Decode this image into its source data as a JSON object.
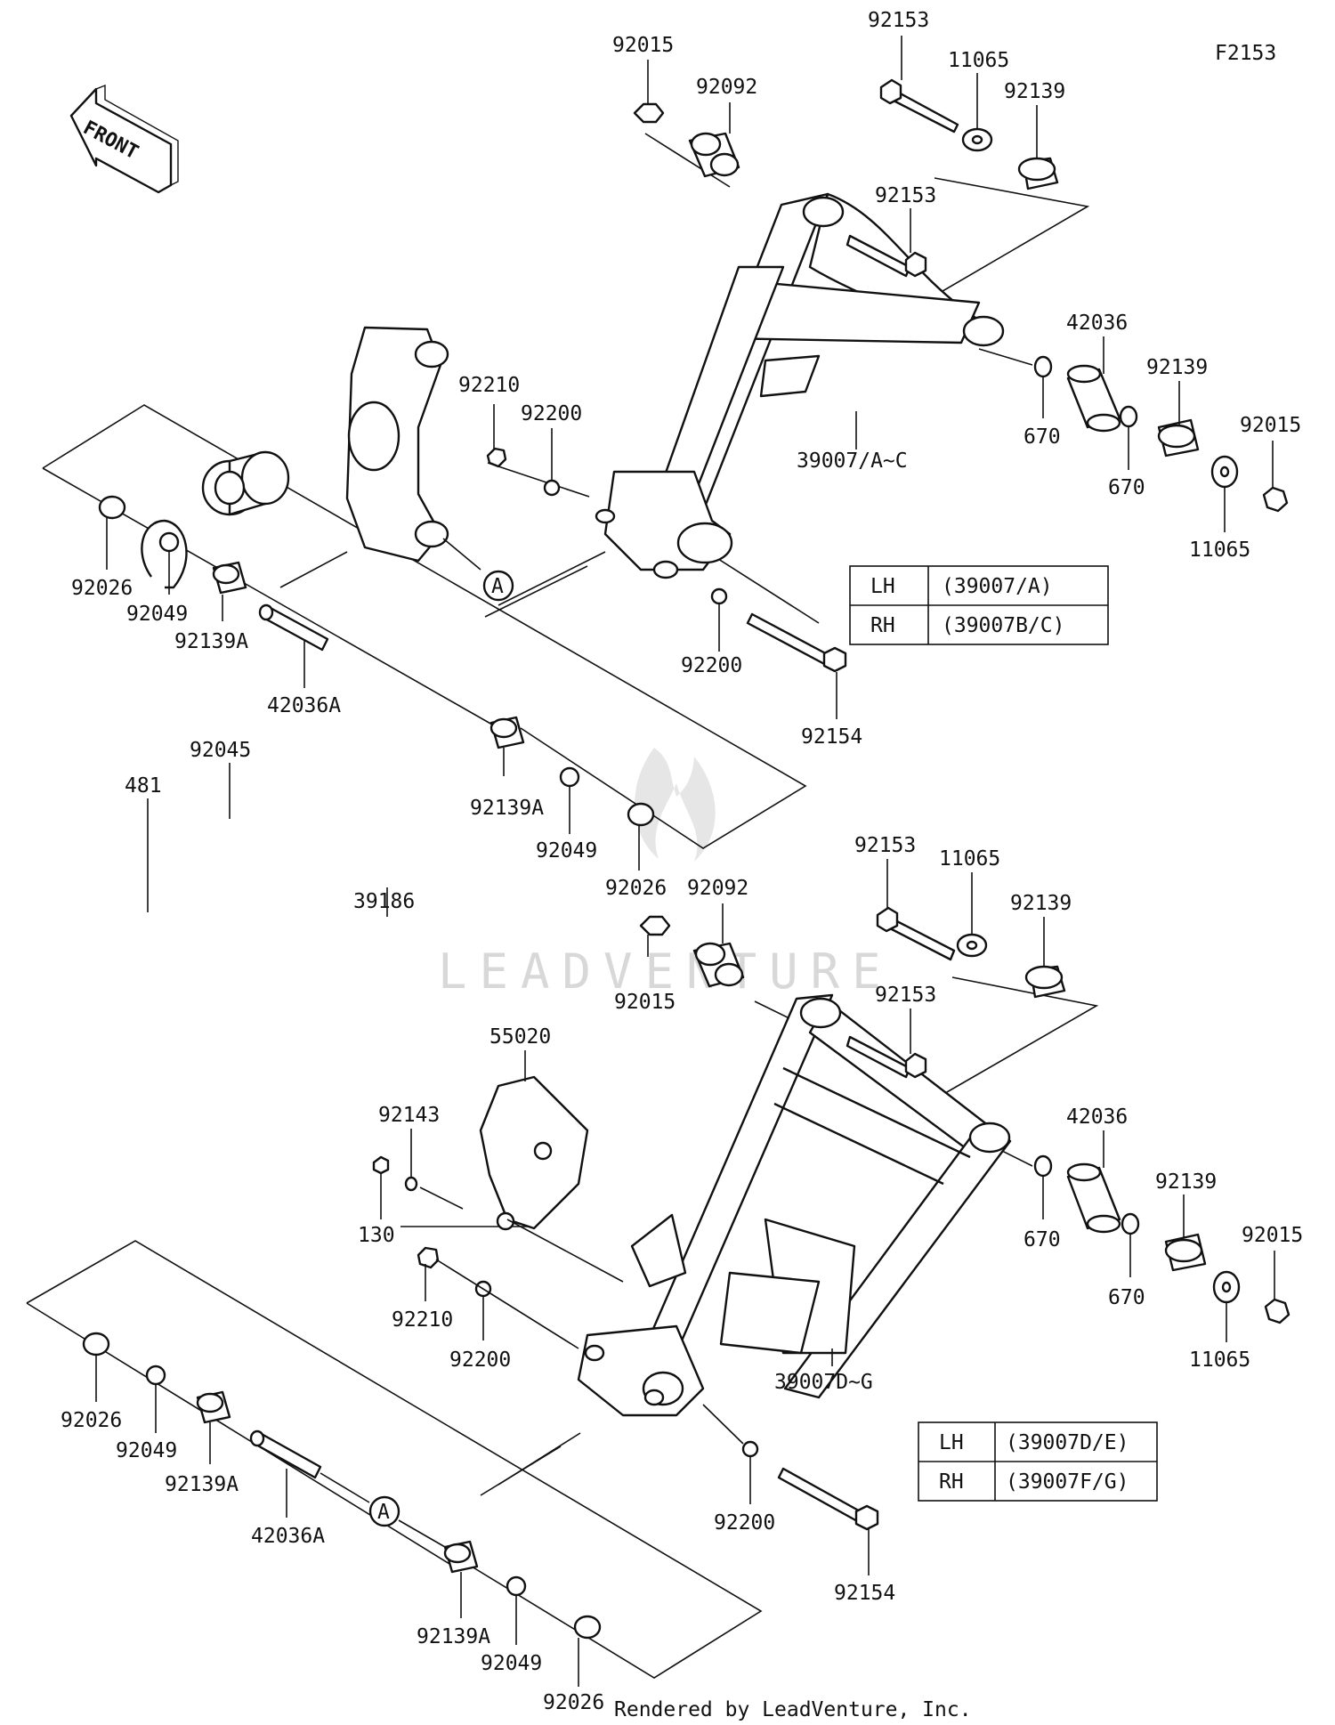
{
  "figure_code": "F2153",
  "front_arrow_label": "FRONT",
  "footer": "Rendered by LeadVenture, Inc.",
  "watermark": "LEADVENTURE",
  "callout_letter": "A",
  "tables": {
    "upper": {
      "rows": [
        {
          "side": "LH",
          "part": "(39007/A)"
        },
        {
          "side": "RH",
          "part": "(39007B/C)"
        }
      ]
    },
    "lower": {
      "rows": [
        {
          "side": "LH",
          "part": "(39007D/E)"
        },
        {
          "side": "RH",
          "part": "(39007F/G)"
        }
      ]
    }
  },
  "labels": {
    "l92015a": "92015",
    "l92153a": "92153",
    "l92092a": "92092",
    "l11065a": "11065",
    "l92139a": "92139",
    "l92153b": "92153",
    "l42036a": "42036",
    "l92139b": "92139",
    "l670a": "670",
    "l670b": "670",
    "l92015b": "92015",
    "l11065b": "11065",
    "l39007ac": "39007/A~C",
    "l92210a": "92210",
    "l92200a": "92200",
    "l92026a": "92026",
    "l92049a": "92049",
    "l92139Aa": "92139A",
    "l42036Aa": "42036A",
    "l92200b": "92200",
    "l92154a": "92154",
    "l92045": "92045",
    "l481": "481",
    "l39186": "39186",
    "l92139Ab": "92139A",
    "l92049b": "92049",
    "l92026b": "92026",
    "l92015c": "92015",
    "l92092b": "92092",
    "l92153c": "92153",
    "l11065c": "11065",
    "l92139c": "92139",
    "l92153d": "92153",
    "l55020": "55020",
    "l92143": "92143",
    "l130": "130",
    "l42036b": "42036",
    "l92139d": "92139",
    "l670c": "670",
    "l670d": "670",
    "l92015d": "92015",
    "l11065d": "11065",
    "l92210b": "92210",
    "l92200c": "92200",
    "l39007dg": "39007D~G",
    "l92026c": "92026",
    "l92049c": "92049",
    "l92139Ac": "92139A",
    "l42036Ab": "42036A",
    "l92200d": "92200",
    "l92154b": "92154",
    "l92139Ad": "92139A",
    "l92049d": "92049",
    "l92026d": "92026"
  }
}
